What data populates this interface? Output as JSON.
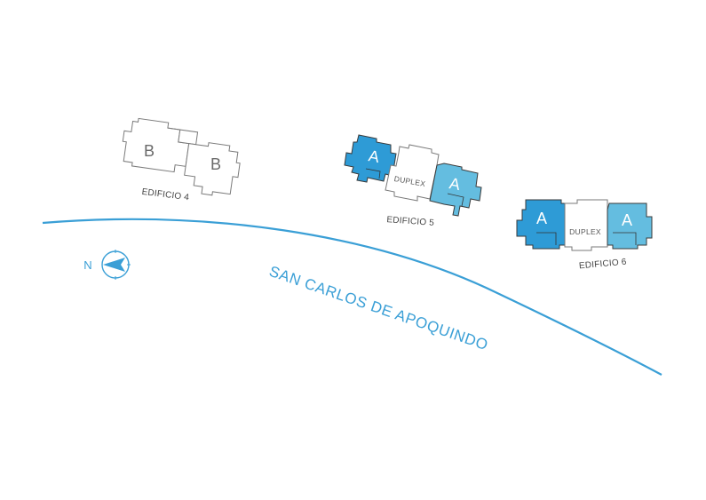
{
  "colors": {
    "accent": "#3a9fd6",
    "unit_dark": "#2e9bd6",
    "unit_light": "#64bde0",
    "outline": "#7a7a7a"
  },
  "compass": {
    "north_label": "N",
    "icon": "compass-icon"
  },
  "street": {
    "name": "SAN CARLOS DE APOQUINDO"
  },
  "buildings": {
    "edificio4": {
      "label": "EDIFICIO 4",
      "unit_left": "B",
      "unit_right": "B"
    },
    "edificio5": {
      "label": "EDIFICIO 5",
      "unit_left": "A",
      "unit_center": "DUPLEX",
      "unit_right": "A"
    },
    "edificio6": {
      "label": "EDIFICIO 6",
      "unit_left": "A",
      "unit_center": "DUPLEX",
      "unit_right": "A"
    }
  }
}
